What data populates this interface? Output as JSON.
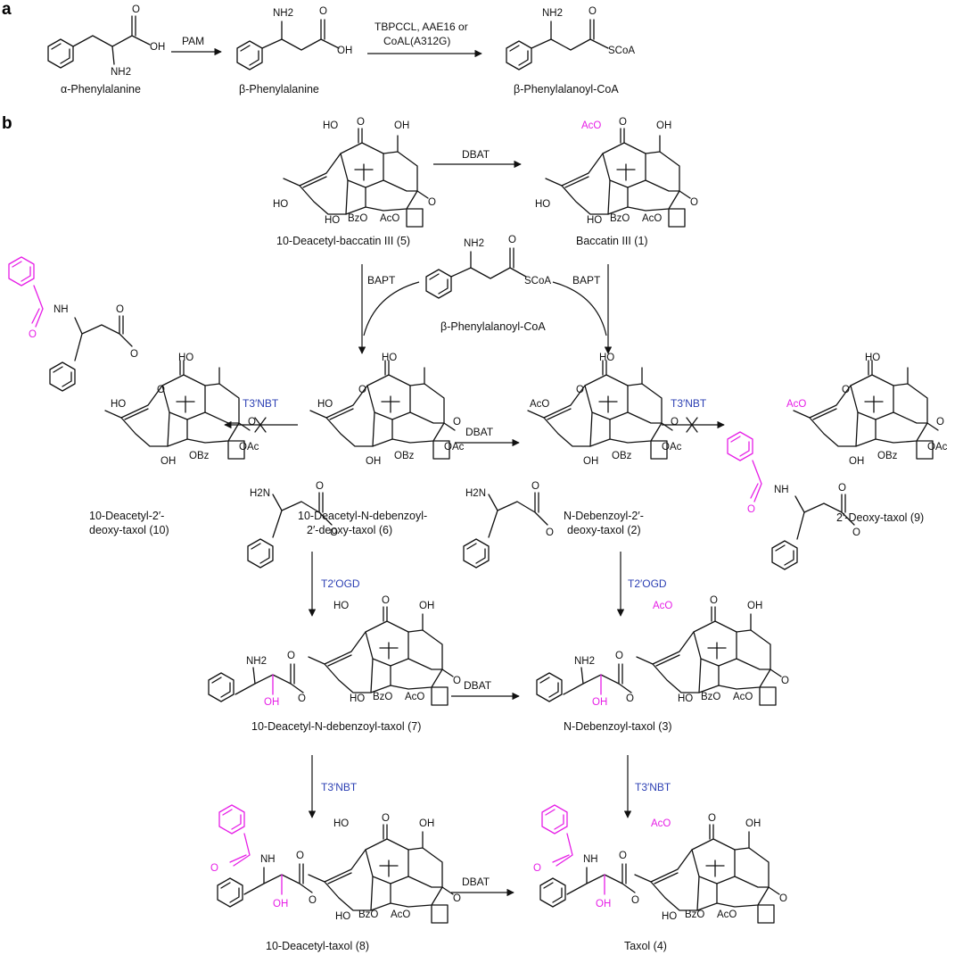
{
  "panels": {
    "a": "a",
    "b": "b"
  },
  "colors": {
    "enzyme_blue": "#2b3fb3",
    "highlight_magenta": "#e61ee6",
    "ink": "#111111"
  },
  "panel_a": {
    "compounds": [
      "α-Phenylalanine",
      "β-Phenylalanine",
      "β-Phenylalanoyl-CoA"
    ],
    "enzymes": {
      "pam": "PAM",
      "ligase_line1": "TBPCCL, AAE16 or",
      "ligase_line2": "CoAL(A312G)"
    }
  },
  "panel_b": {
    "compounds": {
      "c5": "10-Deacetyl-baccatin III (5)",
      "c1": "Baccatin III (1)",
      "coa": "β-Phenylalanoyl-CoA",
      "c10_l1": "10-Deacetyl-2′-",
      "c10_l2": "deoxy-taxol (10)",
      "c6_l1": "10-Deacetyl-N-debenzoyl-",
      "c6_l2": "2′-deoxy-taxol (6)",
      "c2_l1": "N-Debenzoyl-2′-",
      "c2_l2": "deoxy-taxol (2)",
      "c9": "2′-Deoxy-taxol (9)",
      "c7": "10-Deacetyl-N-debenzoyl-taxol (7)",
      "c3": "N-Debenzoyl-taxol (3)",
      "c8": "10-Deacetyl-taxol (8)",
      "c4": "Taxol (4)"
    },
    "enzymes": {
      "dbat": "DBAT",
      "bapt": "BAPT",
      "t3nbt": "T3′NBT",
      "t2ogd": "T2′OGD"
    }
  },
  "atoms": {
    "ho": "HO",
    "oh": "OH",
    "aco": "AcO",
    "obz": "OBz",
    "oac": "OAc",
    "bzo": "BzO",
    "o": "O",
    "nh2": "NH2",
    "nh": "NH",
    "scoa": "SCoA",
    "h2n": "H2N"
  }
}
